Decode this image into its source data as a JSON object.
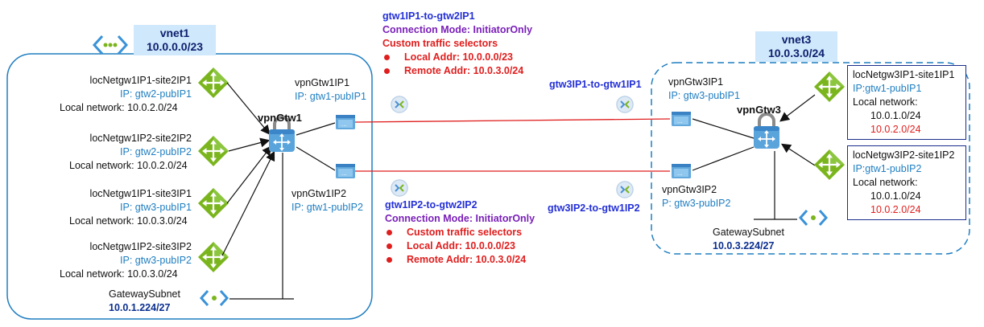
{
  "vnet1": {
    "name": "vnet1",
    "cidr": "10.0.0.0/23"
  },
  "vnet3": {
    "name": "vnet3",
    "cidr": "10.0.3.0/24"
  },
  "left_sites": [
    {
      "name": "locNetgw1IP1-site2IP1",
      "ip": "IP: gtw2-pubIP1",
      "net": "Local network: 10.0.2.0/24"
    },
    {
      "name": "locNetgw1IP2-site2IP2",
      "ip": "IP: gtw2-pubIP2",
      "net": "Local network: 10.0.2.0/24"
    },
    {
      "name": "locNetgw1IP1-site3IP1",
      "ip": "IP: gtw3-pubIP1",
      "net": "Local network: 10.0.3.0/24"
    },
    {
      "name": "locNetgw1IP2-site3IP2",
      "ip": "IP: gtw3-pubIP2",
      "net": "Local network: 10.0.3.0/24"
    }
  ],
  "vpnGtw1": {
    "name": "vpnGtw1",
    "ip1_name": "vpnGtw1IP1",
    "ip1": "IP: gtw1-pubIP1",
    "ip2_name": "vpnGtw1IP2",
    "ip2": "IP: gtw1-pubIP2"
  },
  "gw_subnet1": {
    "name": "GatewaySubnet",
    "cidr": "10.0.1.224/27"
  },
  "conn_top": {
    "title": "gtw1IP1-to-gtw2IP1",
    "mode": "Connection Mode: InitiatorOnly",
    "selectors": "Custom traffic selectors",
    "local": "Local Addr: 10.0.0.0/23",
    "remote": "Remote Addr: 10.0.3.0/24"
  },
  "conn_bottom": {
    "title": "gtw1IP2-to-gtw2IP2",
    "mode": "Connection Mode: InitiatorOnly",
    "selectors": "Custom traffic selectors",
    "local": "Local Addr: 10.0.0.0/23",
    "remote": "Remote Addr: 10.0.3.0/24"
  },
  "conn_right_top": "gtw3IP1-to-gtw1IP1",
  "conn_right_bottom": "gtw3IP2-to-gtw1IP2",
  "vpnGtw3": {
    "name": "vpnGtw3",
    "ip1_name": "vpnGtw3IP1",
    "ip1": "IP: gtw3-pubIP1",
    "ip2_name": "vpnGtw3IP2",
    "ip2": "P: gtw3-pubIP2"
  },
  "gw_subnet3": {
    "name": "GatewaySubnet",
    "cidr": "10.0.3.224/27"
  },
  "right_sites": [
    {
      "name": "locNetgw3IP1-site1IP1",
      "ip": "IP:gtw1-pubIP1",
      "net_label": "Local network:",
      "net1": "10.0.1.0/24",
      "net2": "10.0.2.0/24"
    },
    {
      "name": "locNetgw3IP2-site1IP2",
      "ip": "IP:gtw1-pubIP2",
      "net_label": "Local network:",
      "net1": "10.0.1.0/24",
      "net2": "10.0.2.0/24"
    }
  ],
  "colors": {
    "vnet_fill": "#cfe8fb",
    "tunnel": "#e01e1e",
    "vnet_border": "#1f7ec1",
    "lng_green": "#7ab51d"
  }
}
